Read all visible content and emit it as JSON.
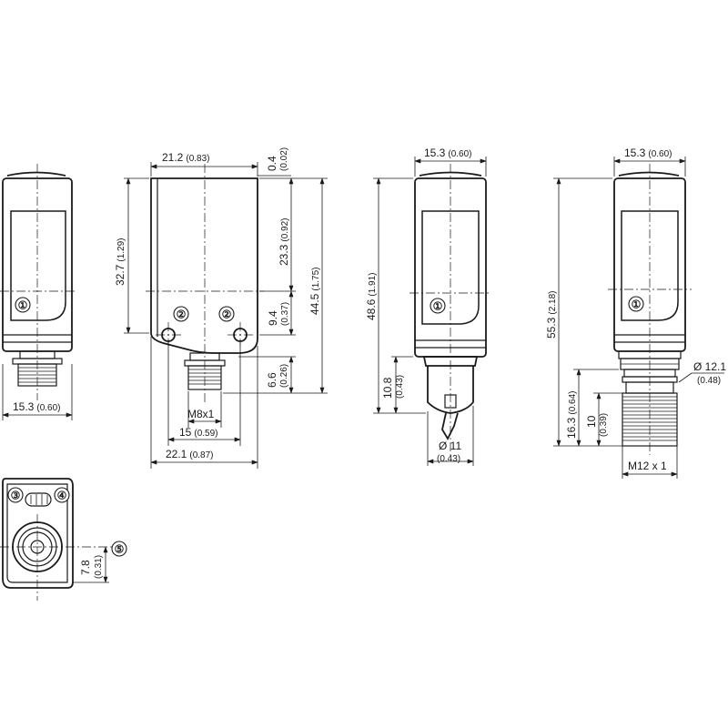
{
  "dimensions": {
    "side_width": {
      "mm": "15.3",
      "in": "(0.60)"
    },
    "front_width_top": {
      "mm": "21.2",
      "in": "(0.83)"
    },
    "front_gap": {
      "mm": "0.4",
      "in": "(0.02)"
    },
    "front_height_left": {
      "mm": "32.7",
      "in": "(1.29)"
    },
    "front_upper": {
      "mm": "23.3",
      "in": "(0.92)"
    },
    "front_total_right": {
      "mm": "44.5",
      "in": "(1.75)"
    },
    "front_lower": {
      "mm": "9.4",
      "in": "(0.37)"
    },
    "front_connector": {
      "mm": "6.6",
      "in": "(0.26)"
    },
    "thread_m8": "M8x1",
    "front_15": {
      "mm": "15",
      "in": "(0.59)"
    },
    "front_width_bottom": {
      "mm": "22.1",
      "in": "(0.87)"
    },
    "cable_width": {
      "mm": "15.3",
      "in": "(0.60)"
    },
    "cable_height": {
      "mm": "48.6",
      "in": "(1.91)"
    },
    "cable_lower": {
      "mm": "10.8",
      "in": "(0.43)"
    },
    "cable_dia": {
      "mm": "Ø 11",
      "in": "(0.43)"
    },
    "m12_width": {
      "mm": "15.3",
      "in": "(0.60)"
    },
    "m12_height": {
      "mm": "55.3",
      "in": "(2.18)"
    },
    "m12_dia": {
      "mm": "Ø 12.1",
      "in": "(0.48)"
    },
    "m12_conn": {
      "mm": "16.3",
      "in": "(0.64)"
    },
    "m12_thread_len": {
      "mm": "10",
      "in": "(0.39)"
    },
    "thread_m12": "M12 x 1",
    "bottom_offset": {
      "mm": "7.8",
      "in": "(0.31)"
    }
  },
  "callouts": [
    "①",
    "②",
    "③",
    "④",
    "⑤"
  ]
}
